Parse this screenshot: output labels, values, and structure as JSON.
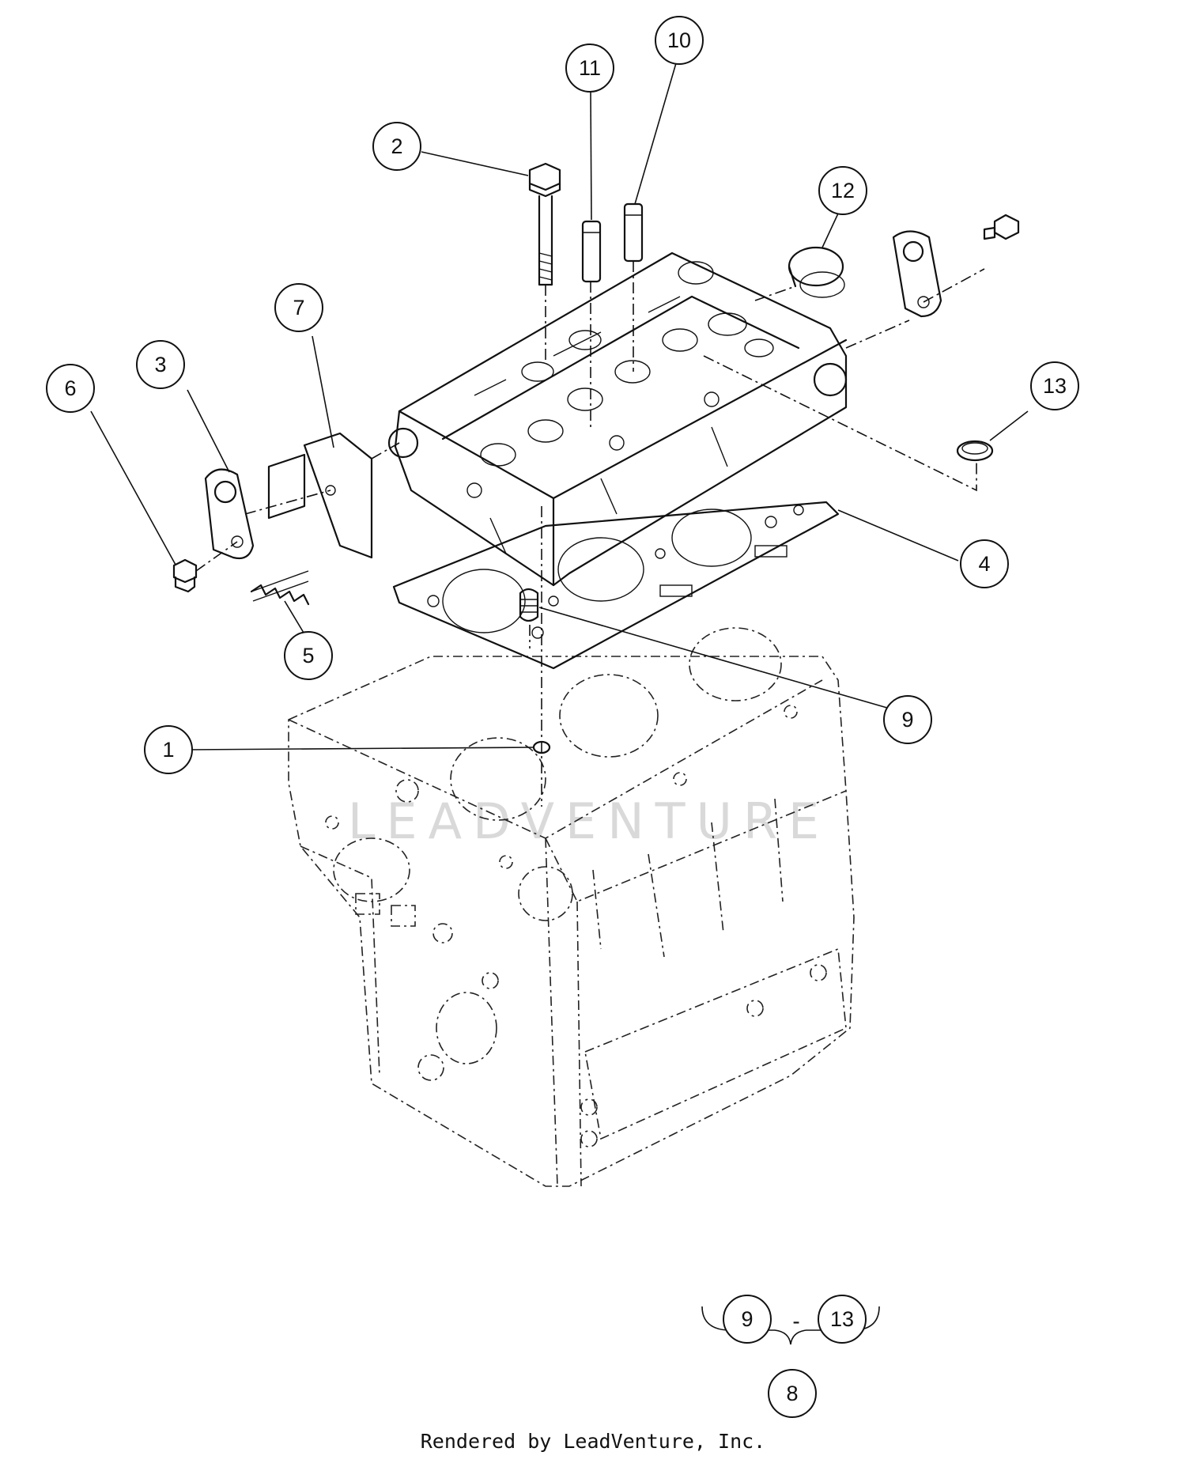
{
  "diagram": {
    "callouts": [
      {
        "id": "c1",
        "label": "1"
      },
      {
        "id": "c2",
        "label": "2"
      },
      {
        "id": "c3",
        "label": "3"
      },
      {
        "id": "c4",
        "label": "4"
      },
      {
        "id": "c5",
        "label": "5"
      },
      {
        "id": "c6",
        "label": "6"
      },
      {
        "id": "c7",
        "label": "7"
      },
      {
        "id": "c8",
        "label": "8"
      },
      {
        "id": "c9",
        "label": "9"
      },
      {
        "id": "c10",
        "label": "10"
      },
      {
        "id": "c11",
        "label": "11"
      },
      {
        "id": "c12",
        "label": "12"
      },
      {
        "id": "c13",
        "label": "13"
      }
    ],
    "kit_group": {
      "from_label": "9",
      "separator": "-",
      "to_label": "13",
      "kit_label": "8"
    },
    "watermark": "LEADVENTURE"
  },
  "footer": {
    "text": "Rendered by LeadVenture, Inc."
  }
}
